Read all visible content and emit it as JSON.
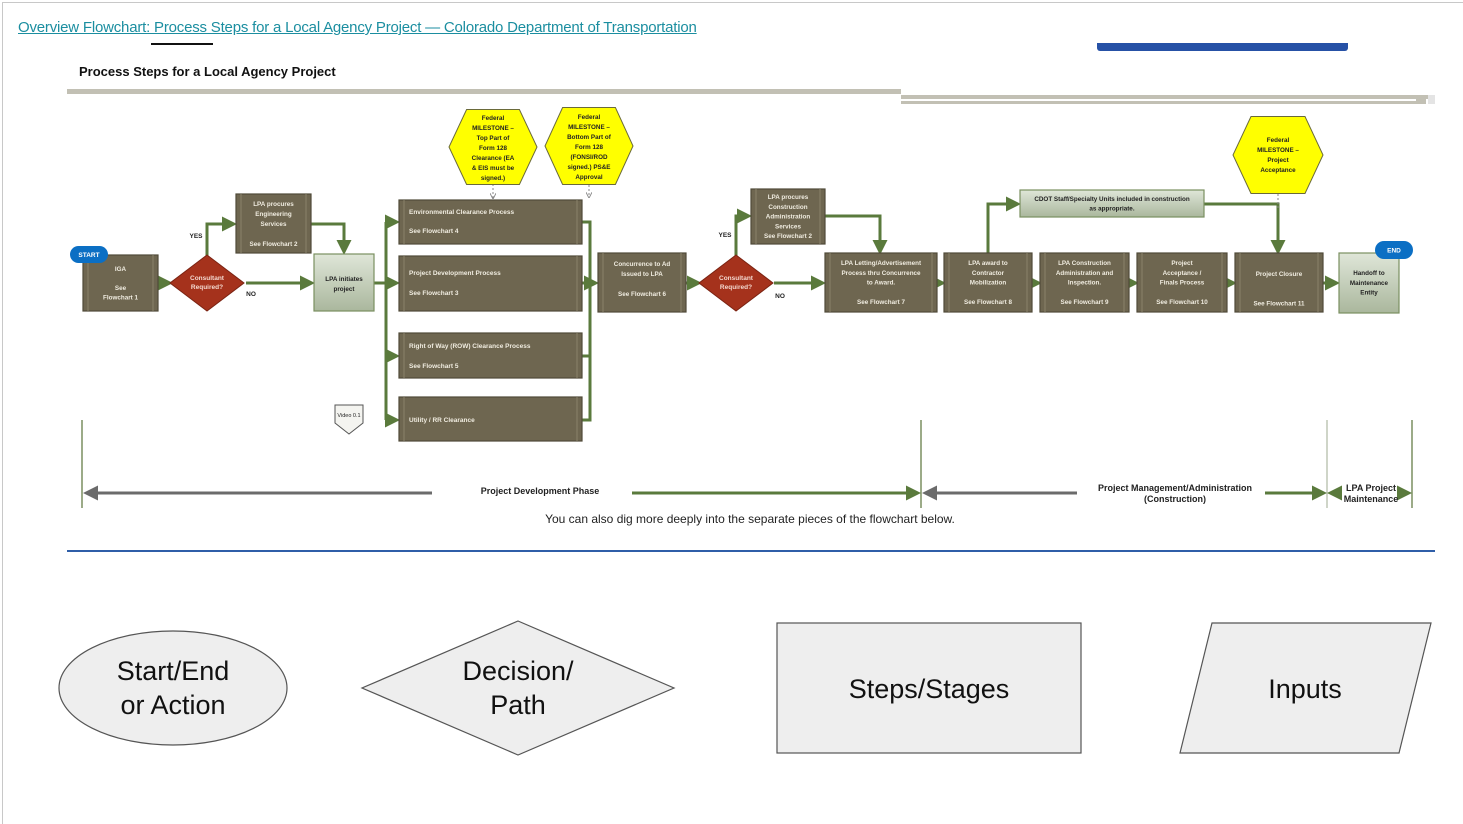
{
  "page": {
    "link_text": "Overview Flowchart: Process Steps for a Local Agency Project — Colorado Department of Transportation",
    "flowchart_title": "Process Steps for a Local Agency Project",
    "dig_deeper_text": "You can also dig more deeply into the separate pieces of the flowchart below."
  },
  "colors": {
    "link": "#1b8ea0",
    "step_box": "#6e6650",
    "step_box_light": "#c9d4c0",
    "decision": "#a5321c",
    "milestone": "#ffff00",
    "arrow": "#5a7a3c",
    "terminal": "#0b6fc4",
    "accent_blue": "#2651a6"
  },
  "terminals": {
    "start": "START",
    "end": "END"
  },
  "steps": {
    "iga": [
      "IGA",
      "",
      "See",
      "Flowchart 1"
    ],
    "lpa_eng": [
      "LPA procures",
      "Engineering",
      "Services",
      "",
      "See Flowchart 2"
    ],
    "lpa_initiates": [
      "LPA initiates",
      "project"
    ],
    "env": [
      "Environmental Clearance Process",
      "See Flowchart 4"
    ],
    "proj_dev": [
      "Project Development Process",
      "See Flowchart 3"
    ],
    "row": [
      "Right of Way (ROW) Clearance Process",
      "See Flowchart 5"
    ],
    "utility": [
      "Utility / RR Clearance"
    ],
    "concurrence": [
      "Concurrence to Ad",
      "Issued to LPA",
      "",
      "See Flowchart 6"
    ],
    "lpa_const_admin": [
      "LPA procures",
      "Construction",
      "Administration",
      "Services",
      "See Flowchart 2"
    ],
    "letting": [
      "LPA Letting/Advertisement",
      "Process thru Concurrence",
      "to Award.",
      "",
      "See Flowchart 7"
    ],
    "award": [
      "LPA award to",
      "Contractor",
      "Mobilization",
      "",
      "See Flowchart 8"
    ],
    "const_admin": [
      "LPA Construction",
      "Administration and",
      "Inspection.",
      "",
      "See Flowchart 9"
    ],
    "acceptance": [
      "Project",
      "Acceptance /",
      "Finals Process",
      "",
      "See Flowchart 10"
    ],
    "closure": [
      "Project Closure",
      "",
      "",
      "See Flowchart 11"
    ],
    "handoff": [
      "Handoff to",
      "Maintenance",
      "Entity"
    ],
    "cdot_staff": [
      "CDOT Staff/Specialty Units included in construction",
      "as appropriate."
    ]
  },
  "decisions": {
    "d1": [
      "Consultant",
      "Required?"
    ],
    "d2": [
      "Consultant",
      "Required?"
    ],
    "yes": "YES",
    "no": "NO"
  },
  "milestones": {
    "m1": [
      "Federal",
      "MILESTONE –",
      "Top Part of",
      "Form 128",
      "Clearance (EA",
      "& EIS must be",
      "signed.)"
    ],
    "m2": [
      "Federal",
      "MILESTONE –",
      "Bottom Part of",
      "Form 128",
      "(FONSI/ROD",
      "signed.) PS&E",
      "Approval"
    ],
    "m3": [
      "Federal",
      "MILESTONE –",
      "Project",
      "Acceptance"
    ]
  },
  "video_marker": "Video 0.1",
  "phases": {
    "development": "Project Development Phase",
    "management": [
      "Project Management/Administration",
      "(Construction)"
    ],
    "maintenance": [
      "LPA Project",
      "Maintenance"
    ]
  },
  "legend": {
    "start_end": [
      "Start/End",
      "or Action"
    ],
    "decision": [
      "Decision/",
      "Path"
    ],
    "steps": "Steps/Stages",
    "inputs": "Inputs"
  }
}
